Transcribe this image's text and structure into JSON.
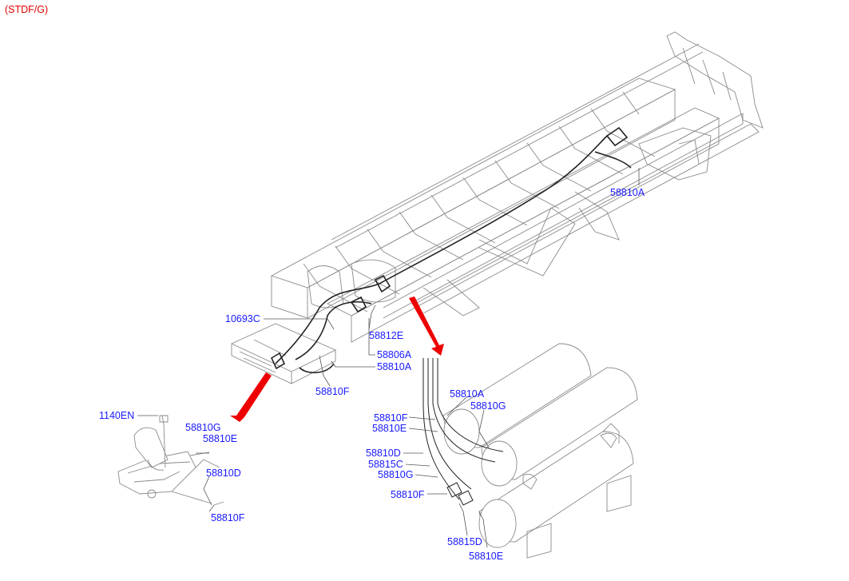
{
  "header": {
    "variant": "(STDF/G)"
  },
  "parts": {
    "p_58810A_top": "58810A",
    "p_10693C": "10693C",
    "p_58812E": "58812E",
    "p_58806A": "58806A",
    "p_58810A_mid": "58810A",
    "p_58810F_mid": "58810F",
    "p_1140EN": "1140EN",
    "p_58810G_left": "58810G",
    "p_58810E_left": "58810E",
    "p_58810D_left": "58810D",
    "p_58810F_left": "58810F",
    "p_58810A_tank": "58810A",
    "p_58810G_tank": "58810G",
    "p_58810F_tank": "58810F",
    "p_58810E_tank": "58810E",
    "p_58810D_tank": "58810D",
    "p_58815C": "58815C",
    "p_58810G_tank2": "58810G",
    "p_58810F_tank2": "58810F",
    "p_58815D": "58815D",
    "p_58810E_tank2": "58810E"
  },
  "colors": {
    "callout": "#1a1aff",
    "header": "#e00000",
    "arrow": "#ee0000"
  }
}
